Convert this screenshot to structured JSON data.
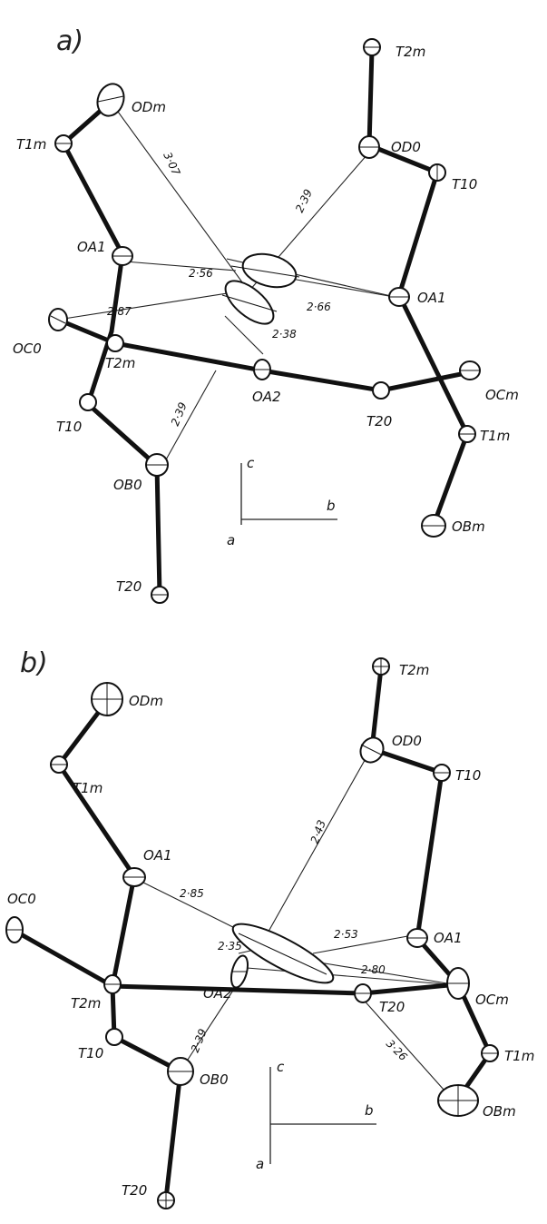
{
  "panels": [
    {
      "id": "a",
      "label": "a)",
      "axes": {
        "c": "c",
        "b": "b",
        "a": "a"
      },
      "atoms": [
        {
          "key": "T2m_top",
          "text": "T2m"
        },
        {
          "key": "ODm",
          "text": "ODm"
        },
        {
          "key": "T1m",
          "text": "T1m"
        },
        {
          "key": "OD0",
          "text": "OD0"
        },
        {
          "key": "T10_r",
          "text": "T10"
        },
        {
          "key": "OA1_l",
          "text": "OA1"
        },
        {
          "key": "OA1_r",
          "text": "OA1"
        },
        {
          "key": "OC0",
          "text": "OC0"
        },
        {
          "key": "T2m_mid",
          "text": "T2m"
        },
        {
          "key": "OA2",
          "text": "OA2"
        },
        {
          "key": "T20_r",
          "text": "T20"
        },
        {
          "key": "OCm",
          "text": "OCm"
        },
        {
          "key": "T10_l",
          "text": "T10"
        },
        {
          "key": "T1m_r",
          "text": "T1m"
        },
        {
          "key": "OB0",
          "text": "OB0"
        },
        {
          "key": "OBm",
          "text": "OBm"
        },
        {
          "key": "T20_b",
          "text": "T20"
        }
      ],
      "distances": [
        "3·07",
        "2·39",
        "2·56",
        "2·66",
        "2·87",
        "2·38",
        "2·39"
      ]
    },
    {
      "id": "b",
      "label": "b)",
      "axes": {
        "c": "c",
        "b": "b",
        "a": "a"
      },
      "atoms": [
        {
          "key": "T2m_top",
          "text": "T2m"
        },
        {
          "key": "ODm",
          "text": "ODm"
        },
        {
          "key": "T1m",
          "text": "T1m"
        },
        {
          "key": "OD0",
          "text": "OD0"
        },
        {
          "key": "T10_r",
          "text": "T10"
        },
        {
          "key": "OA1_l",
          "text": "OA1"
        },
        {
          "key": "OA1_r",
          "text": "OA1"
        },
        {
          "key": "OC0",
          "text": "OC0"
        },
        {
          "key": "T2m_mid",
          "text": "T2m"
        },
        {
          "key": "OA2",
          "text": "OA2"
        },
        {
          "key": "T20_r",
          "text": "T20"
        },
        {
          "key": "OCm",
          "text": "OCm"
        },
        {
          "key": "T10_l",
          "text": "T10"
        },
        {
          "key": "T1m_r",
          "text": "T1m"
        },
        {
          "key": "OB0",
          "text": "OB0"
        },
        {
          "key": "OBm",
          "text": "OBm"
        },
        {
          "key": "T20_b",
          "text": "T20"
        }
      ],
      "distances": [
        "2·85",
        "2·43",
        "2·53",
        "2·80",
        "2·35",
        "2·39",
        "3·26"
      ]
    }
  ]
}
